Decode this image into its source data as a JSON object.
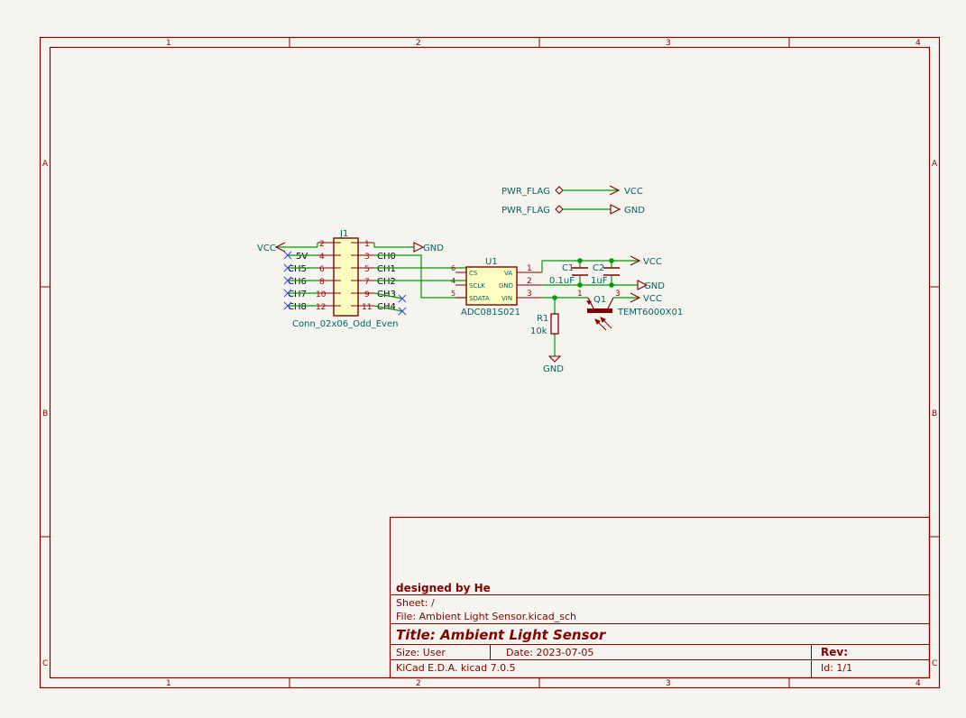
{
  "frame": {
    "columns": [
      "1",
      "2",
      "3",
      "4"
    ],
    "rows": [
      "A",
      "B",
      "C"
    ]
  },
  "components": {
    "j1": {
      "ref": "J1",
      "value": "Conn_02x06_Odd_Even",
      "pins_left": [
        "2",
        "4",
        "6",
        "8",
        "10",
        "12"
      ],
      "pins_right": [
        "1",
        "3",
        "5",
        "7",
        "9",
        "11"
      ],
      "labels_left": [
        "",
        "5V",
        "CH5",
        "CH6",
        "CH7",
        "CH8"
      ],
      "labels_right": [
        "",
        "CH0",
        "CH1",
        "CH2",
        "CH3",
        "CH4"
      ]
    },
    "u1": {
      "ref": "U1",
      "value": "ADC081S021",
      "pin_names_left": [
        "CS",
        "SCLK",
        "SDATA"
      ],
      "pin_names_right": [
        "VA",
        "GND",
        "VIN"
      ],
      "pin_nums_left": [
        "6",
        "4",
        "5"
      ],
      "pin_nums_right": [
        "1",
        "2",
        "3"
      ]
    },
    "c1": {
      "ref": "C1",
      "value": "0.1uF"
    },
    "c2": {
      "ref": "C2",
      "value": "1uF"
    },
    "r1": {
      "ref": "R1",
      "value": "10k"
    },
    "q1": {
      "ref": "Q1",
      "value": "TEMT6000X01",
      "pin_e": "1",
      "pin_c": "3"
    }
  },
  "power": {
    "pwr_flag": "PWR_FLAG",
    "vcc": "VCC",
    "gnd": "GND"
  },
  "title_block": {
    "designer": "designed by He",
    "sheet": "Sheet: /",
    "file": "File: Ambient Light Sensor.kicad_sch",
    "title": "Title: Ambient Light Sensor",
    "size": "Size: User",
    "date": "Date: 2023-07-05",
    "rev": "Rev:",
    "tool": "KiCad E.D.A.  kicad 7.0.5",
    "id": "Id: 1/1"
  }
}
